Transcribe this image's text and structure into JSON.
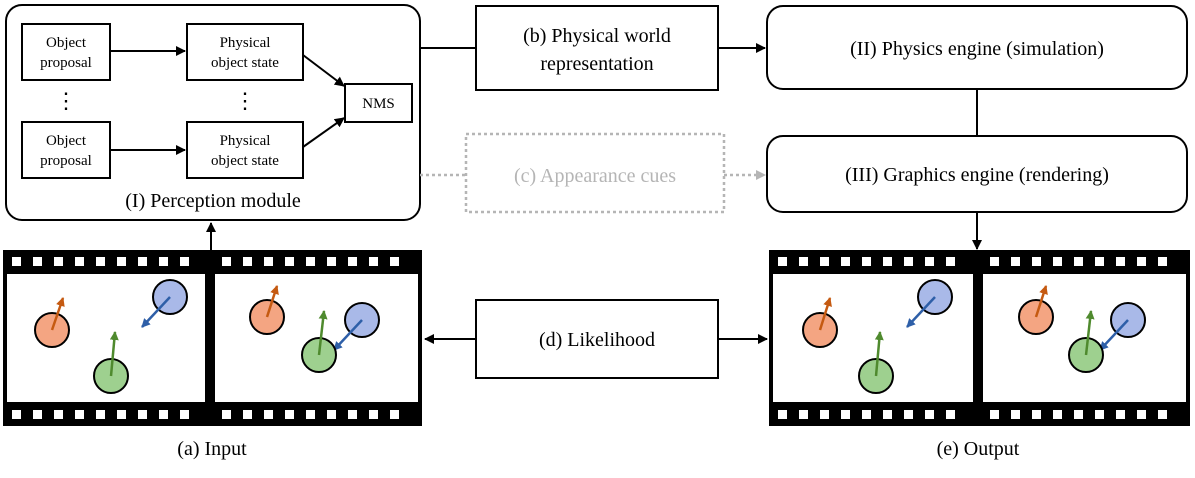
{
  "perception": {
    "object_proposal_label_line1": "Object",
    "object_proposal_label_line2": "proposal",
    "object_state_label_line1": "Physical",
    "object_state_label_line2": "object state",
    "ellipsis": "⋮",
    "nms_label": "NMS",
    "module_label": "(I) Perception module"
  },
  "physical_world": {
    "line1": "(b) Physical world",
    "line2": "representation"
  },
  "appearance_cues": {
    "label": "(c) Appearance cues"
  },
  "physics_engine": {
    "label": "(II) Physics engine (simulation)"
  },
  "graphics_engine": {
    "label": "(III) Graphics engine (rendering)"
  },
  "likelihood": {
    "label": "(d) Likelihood"
  },
  "captions": {
    "input": "(a) Input",
    "output": "(e) Output"
  },
  "colors": {
    "orange_ball": "#f4a582",
    "blue_ball": "#a9b9e8",
    "green_ball": "#9ed08f",
    "orange_arrow": "#c55a11",
    "blue_arrow": "#2e5fa8",
    "green_arrow": "#4f8a2e",
    "dotted_gray": "#b5b5b5",
    "film_black": "#000000"
  },
  "icons": {
    "film_strip": "film-strip-icon",
    "ball": "ball-icon",
    "velocity_arrow": "velocity-arrow-icon"
  }
}
